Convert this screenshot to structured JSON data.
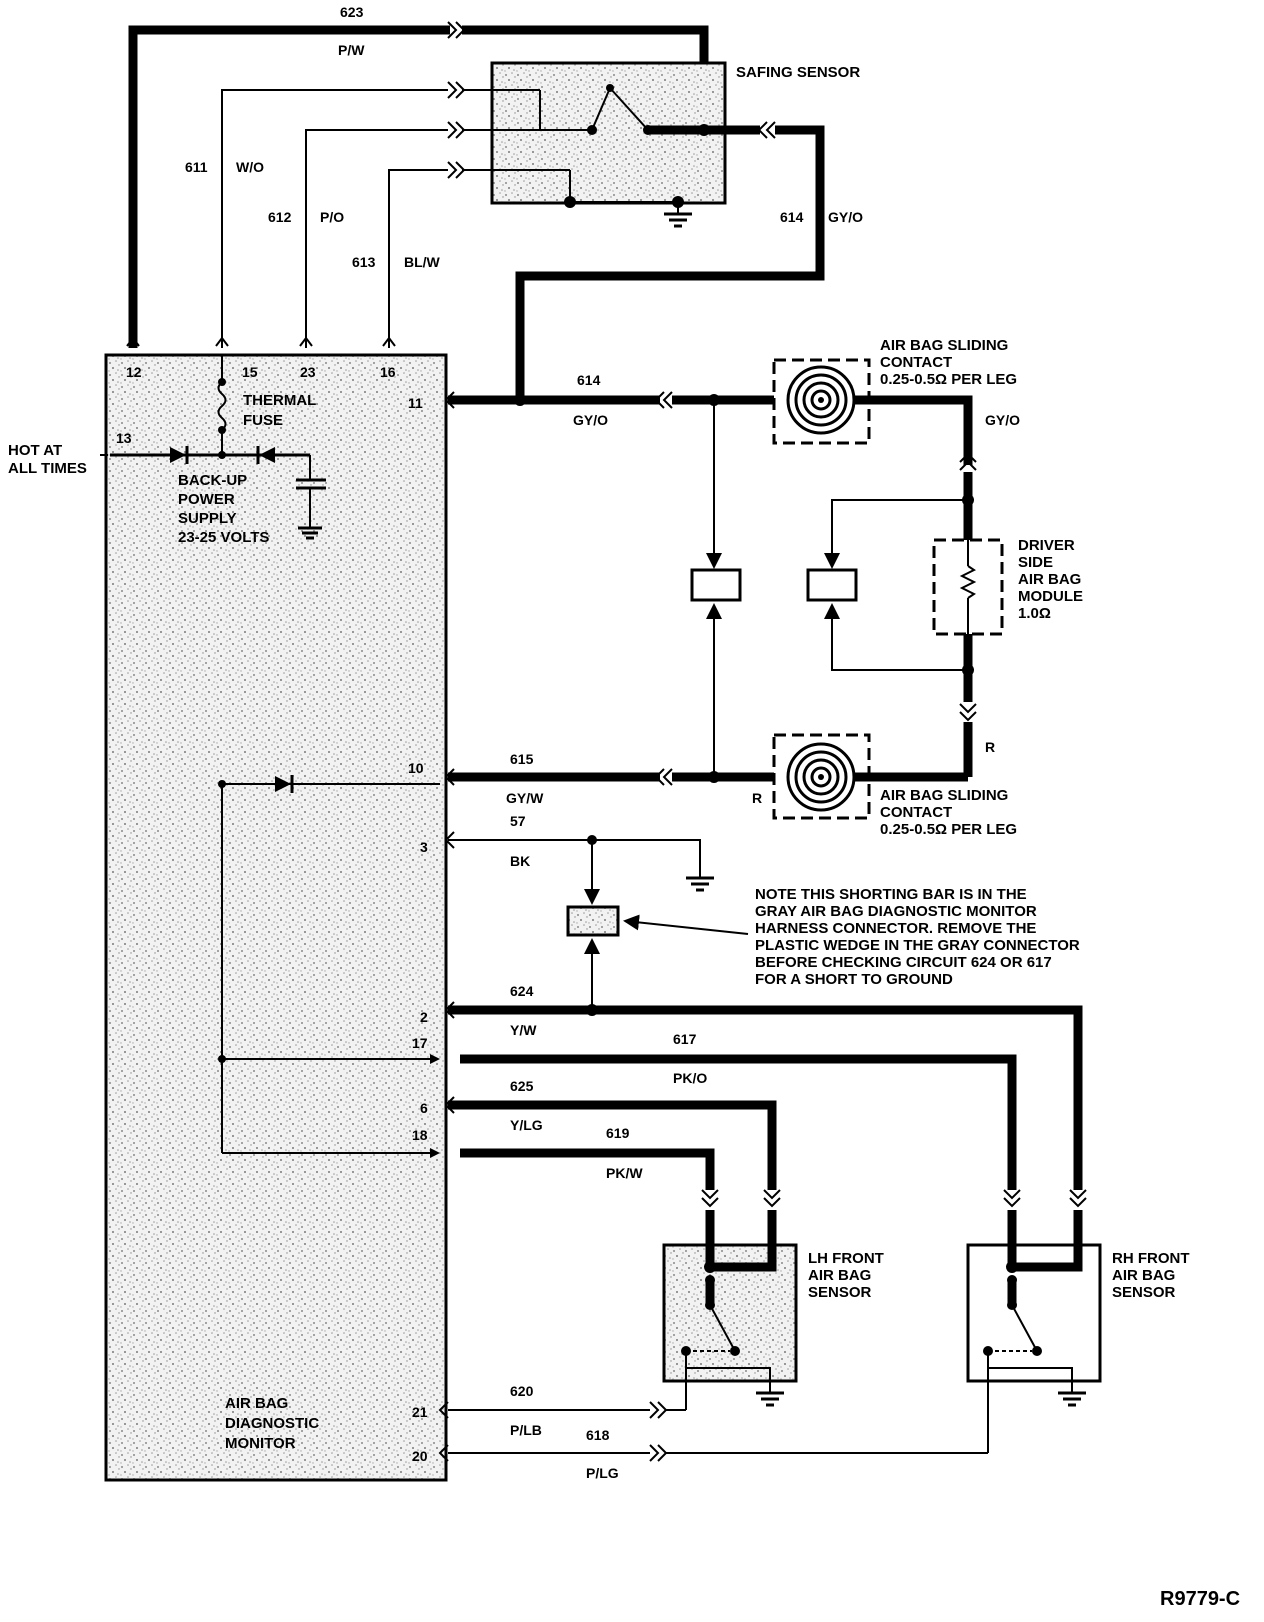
{
  "monitor": {
    "label_line1": "AIR BAG",
    "label_line2": "DIAGNOSTIC",
    "label_line3": "MONITOR",
    "fuse_line1": "THERMAL",
    "fuse_line2": "FUSE",
    "backup_line1": "BACK-UP",
    "backup_line2": "POWER",
    "backup_line3": "SUPPLY",
    "backup_line4": "23-25 VOLTS",
    "hot_line1": "HOT AT",
    "hot_line2": "ALL TIMES",
    "pins": {
      "p12": "12",
      "p15": "15",
      "p23": "23",
      "p16": "16",
      "p13": "13",
      "p11": "11",
      "p10": "10",
      "p3": "3",
      "p2": "2",
      "p17": "17",
      "p6": "6",
      "p18": "18",
      "p21": "21",
      "p20": "20"
    }
  },
  "safing_sensor": {
    "label": "SAFING SENSOR"
  },
  "wires": {
    "w623": {
      "circuit": "623",
      "color": "P/W"
    },
    "w611": {
      "circuit": "611",
      "color": "W/O"
    },
    "w612": {
      "circuit": "612",
      "color": "P/O"
    },
    "w613": {
      "circuit": "613",
      "color": "BL/W"
    },
    "w614_top": {
      "circuit": "614",
      "color": "GY/O"
    },
    "w614": {
      "circuit": "614",
      "color": "GY/O"
    },
    "w615": {
      "circuit": "615",
      "color": "GY/W"
    },
    "w57": {
      "circuit": "57",
      "color": "BK"
    },
    "w624": {
      "circuit": "624",
      "color": "Y/W"
    },
    "w617": {
      "circuit": "617",
      "color": "PK/O"
    },
    "w625": {
      "circuit": "625",
      "color": "Y/LG"
    },
    "w619": {
      "circuit": "619",
      "color": "PK/W"
    },
    "w620": {
      "circuit": "620",
      "color": "P/LB"
    },
    "w618": {
      "circuit": "618",
      "color": "P/LG"
    },
    "gyo_right": "GY/O",
    "r_right": "R",
    "r_bottom": "R"
  },
  "sliding_contact_top": {
    "line1": "AIR BAG SLIDING",
    "line2": "CONTACT",
    "line3": "0.25-0.5Ω PER LEG"
  },
  "sliding_contact_bottom": {
    "line1": "AIR BAG SLIDING",
    "line2": "CONTACT",
    "line3": "0.25-0.5Ω PER LEG"
  },
  "driver_module": {
    "line1": "DRIVER",
    "line2": "SIDE",
    "line3": "AIR BAG",
    "line4": "MODULE",
    "line5": "1.0Ω"
  },
  "note": {
    "line1": "NOTE THIS SHORTING BAR IS IN THE",
    "line2": "GRAY AIR BAG DIAGNOSTIC MONITOR",
    "line3": "HARNESS CONNECTOR. REMOVE THE",
    "line4": "PLASTIC WEDGE IN THE GRAY CONNECTOR",
    "line5": "BEFORE CHECKING CIRCUIT 624 OR 617",
    "line6": "FOR A SHORT TO GROUND"
  },
  "lh_sensor": {
    "line1": "LH FRONT",
    "line2": "AIR BAG",
    "line3": "SENSOR"
  },
  "rh_sensor": {
    "line1": "RH FRONT",
    "line2": "AIR BAG",
    "line3": "SENSOR"
  },
  "figure_id": "R9779-C"
}
